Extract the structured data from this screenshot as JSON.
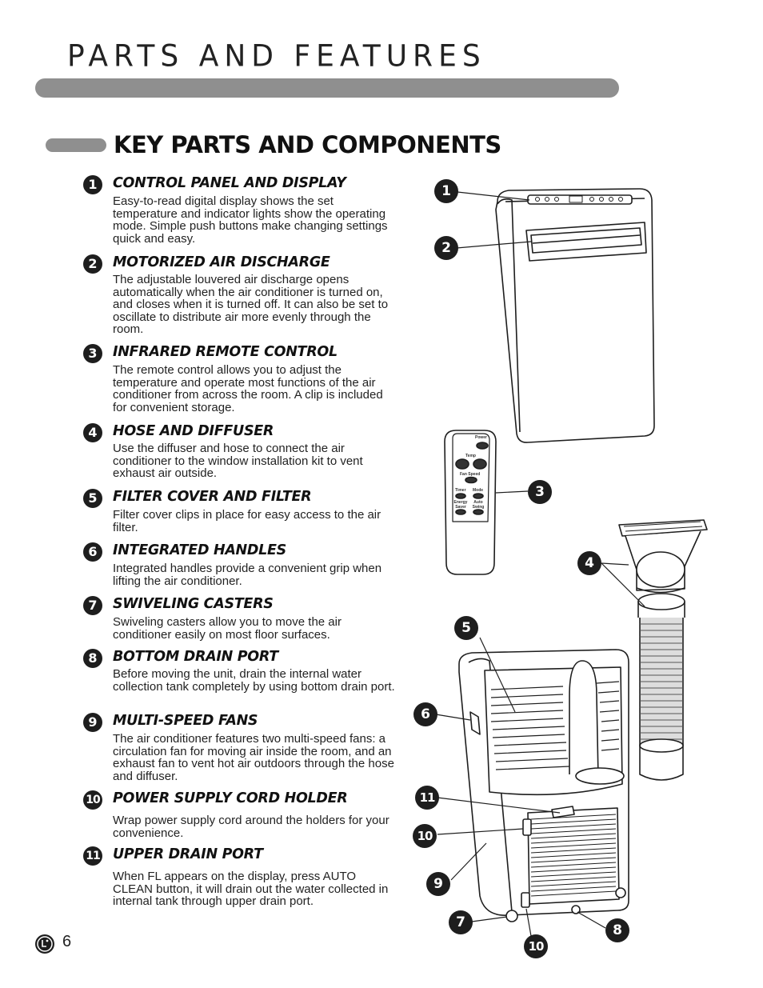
{
  "header": {
    "title": "PARTS AND FEATURES"
  },
  "section": {
    "title": "KEY PARTS AND COMPONENTS"
  },
  "items": [
    {
      "num": "1",
      "title": "CONTROL PANEL AND DISPLAY",
      "body": "Easy-to-read digital display shows the set temperature and indicator lights show the operating mode. Simple push buttons make changing settings quick and easy."
    },
    {
      "num": "2",
      "title": "MOTORIZED AIR DISCHARGE",
      "body": "The adjustable louvered air discharge opens automatically when the air conditioner is turned on, and closes when it is turned off. It can also be set to oscillate to distribute air more evenly through the room."
    },
    {
      "num": "3",
      "title": "INFRARED REMOTE CONTROL",
      "body": "The remote control allows you to adjust the temperature and operate most functions of the air conditioner from across the room. A clip is included for convenient storage."
    },
    {
      "num": "4",
      "title": "HOSE AND DIFFUSER",
      "body": "Use the diffuser and hose to connect the air conditioner to the window installation kit to vent exhaust air outside."
    },
    {
      "num": "5",
      "title": "FILTER COVER AND FILTER",
      "body": "Filter cover clips in place for easy access to the air filter."
    },
    {
      "num": "6",
      "title": "INTEGRATED HANDLES",
      "body": "Integrated handles provide a convenient grip when lifting the air conditioner."
    },
    {
      "num": "7",
      "title": "SWIVELING CASTERS",
      "body": "Swiveling casters allow you to move the air conditioner easily on most floor surfaces."
    },
    {
      "num": "8",
      "title": "BOTTOM DRAIN PORT",
      "body": "Before moving the unit, drain the internal water collection tank completely by using bottom drain port."
    },
    {
      "num": "9",
      "title": "MULTI-SPEED FANS",
      "body": "The air conditioner features two multi-speed fans: a circulation fan for moving air inside the room, and an exhaust fan to vent hot air outdoors through the hose and diffuser."
    },
    {
      "num": "10",
      "title": "POWER SUPPLY CORD HOLDER",
      "body": "Wrap power supply cord around the holders for your convenience."
    },
    {
      "num": "11",
      "title": "UPPER DRAIN PORT",
      "body": "When FL appears on the display, press AUTO CLEAN button, it will drain out the water collected in internal tank through upper drain port."
    }
  ],
  "remote": {
    "power": "Power",
    "temp": "Temp",
    "fan_speed": "Fan Speed",
    "timer": "Timer",
    "mode": "Mode",
    "energy_saver": "Energy Saver",
    "auto_swing": "Auto Swing"
  },
  "callouts": [
    "1",
    "2",
    "3",
    "4",
    "5",
    "6",
    "11",
    "10",
    "9",
    "7",
    "8",
    "10"
  ],
  "footer": {
    "page_number": "6"
  }
}
